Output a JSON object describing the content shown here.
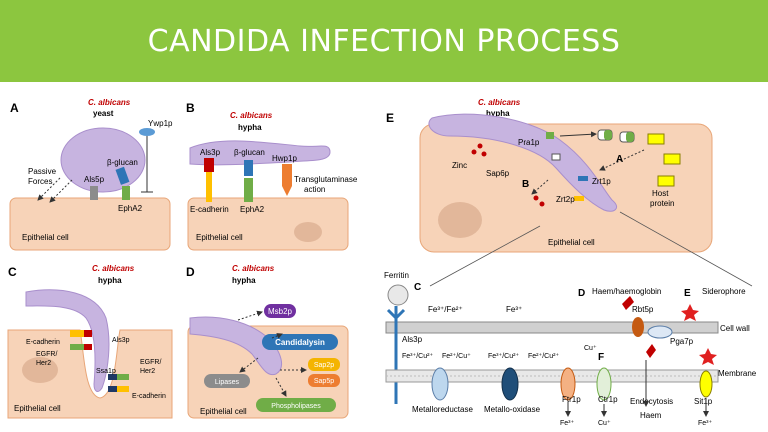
{
  "title": "CANDIDA INFECTION PROCESS",
  "colors": {
    "banner": "#8cc63f",
    "cell": "#f7d3b8",
    "cell_edge": "#e8a678",
    "fungus": "#c7b4e0",
    "red_label": "#c00000"
  },
  "panelA": {
    "letter": "A",
    "organism": "C. albicans",
    "form": "yeast",
    "passive": "Passive",
    "forces": "Forces",
    "als5p": "Als5p",
    "bglucan": "β-glucan",
    "ywp1p": "Ywp1p",
    "epha2": "EphA2",
    "cell": "Epithelial cell"
  },
  "panelB": {
    "letter": "B",
    "organism": "C. albicans",
    "form": "hypha",
    "als3p": "Als3p",
    "bglucan": "β-glucan",
    "hwp1p": "Hwp1p",
    "transglut": "Transglutaminase",
    "action": "action",
    "ecadherin": "E-cadherin",
    "epha2": "EphA2",
    "cell": "Epithelial cell"
  },
  "panelC": {
    "letter": "C",
    "organism": "C. albicans",
    "form": "hypha",
    "ecadherin1": "E-cadherin",
    "als3p": "Als3p",
    "egfr1a": "EGFR/",
    "egfr1b": "Her2",
    "ssa1p": "Ssa1p",
    "egfr2a": "EGFR/",
    "egfr2b": "Her2",
    "ecadherin2": "E-cadherin",
    "cell": "Epithelial cell"
  },
  "panelD": {
    "letter": "D",
    "organism": "C. albicans",
    "form": "hypha",
    "msb2p": "Msb2p",
    "candidalysin": "Candidalysin",
    "sap2p": "Sap2p",
    "sap5p": "Sap5p",
    "lipases": "Lipases",
    "phospholipases": "Phospholipases",
    "cell": "Epithelial cell"
  },
  "panelE": {
    "letter": "E",
    "organism": "C. albicans",
    "form": "hypha",
    "pra1p": "Pra1p",
    "zinc": "Zinc",
    "sap6p": "Sap6p",
    "b": "B",
    "a": "A",
    "zrt1p": "Zrt1p",
    "zrt2p": "Zrt2p",
    "host1": "Host",
    "host2": "protein",
    "cell": "Epithelial cell"
  },
  "iron": {
    "ferritin": "Ferritin",
    "c": "C",
    "fe_pair": "Fe³⁺/Fe²⁺",
    "fe3_top": "Fe³⁺",
    "d": "D",
    "haem_label": "Haem/haemoglobin",
    "e": "E",
    "siderophore": "Siderophore",
    "cell_wall": "Cell wall",
    "rbt5p": "Rbt5p",
    "pga7p": "Pga7p",
    "als3p": "Als3p",
    "chain1": "Fe³⁺/Cu²⁺",
    "chain_mid": "Fe²⁺/Cu⁺",
    "chain2": "Fe³⁺/Cu²⁺",
    "chain2b": "Fe²⁺/Cu²⁺",
    "cu_plus": "Cu⁺",
    "f": "F",
    "membrane": "Membrane",
    "metalloreductase": "Metalloreductase",
    "metallooxidase": "Metallo-oxidase",
    "ftr1p": "Ftr1p",
    "ctr1p": "Ctr1p",
    "endocytosis": "Endocytosis",
    "haem": "Haem",
    "sit1p": "Sit1p",
    "fe3_ftr": "Fe³⁺",
    "cu_ctr": "Cu⁺",
    "fe3_sit": "Fe³⁺"
  }
}
